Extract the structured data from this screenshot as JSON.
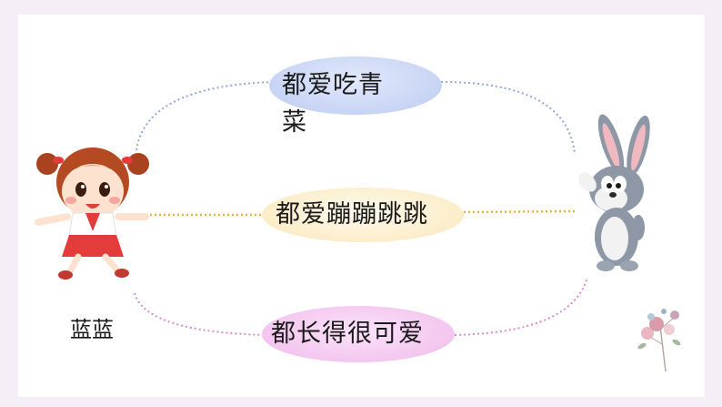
{
  "slide": {
    "bubble_top": {
      "line1": "都爱吃青",
      "line2": "菜",
      "color": "#c9d6f4"
    },
    "bubble_middle": {
      "text": "都爱蹦蹦跳跳",
      "color": "#fbefcf"
    },
    "bubble_bottom": {
      "text": "都长得很可爱",
      "color": "#f3c9f0"
    },
    "girl_name": "蓝蓝",
    "icons": [
      "girl-illustration",
      "bunny-illustration",
      "flower-decoration"
    ]
  }
}
